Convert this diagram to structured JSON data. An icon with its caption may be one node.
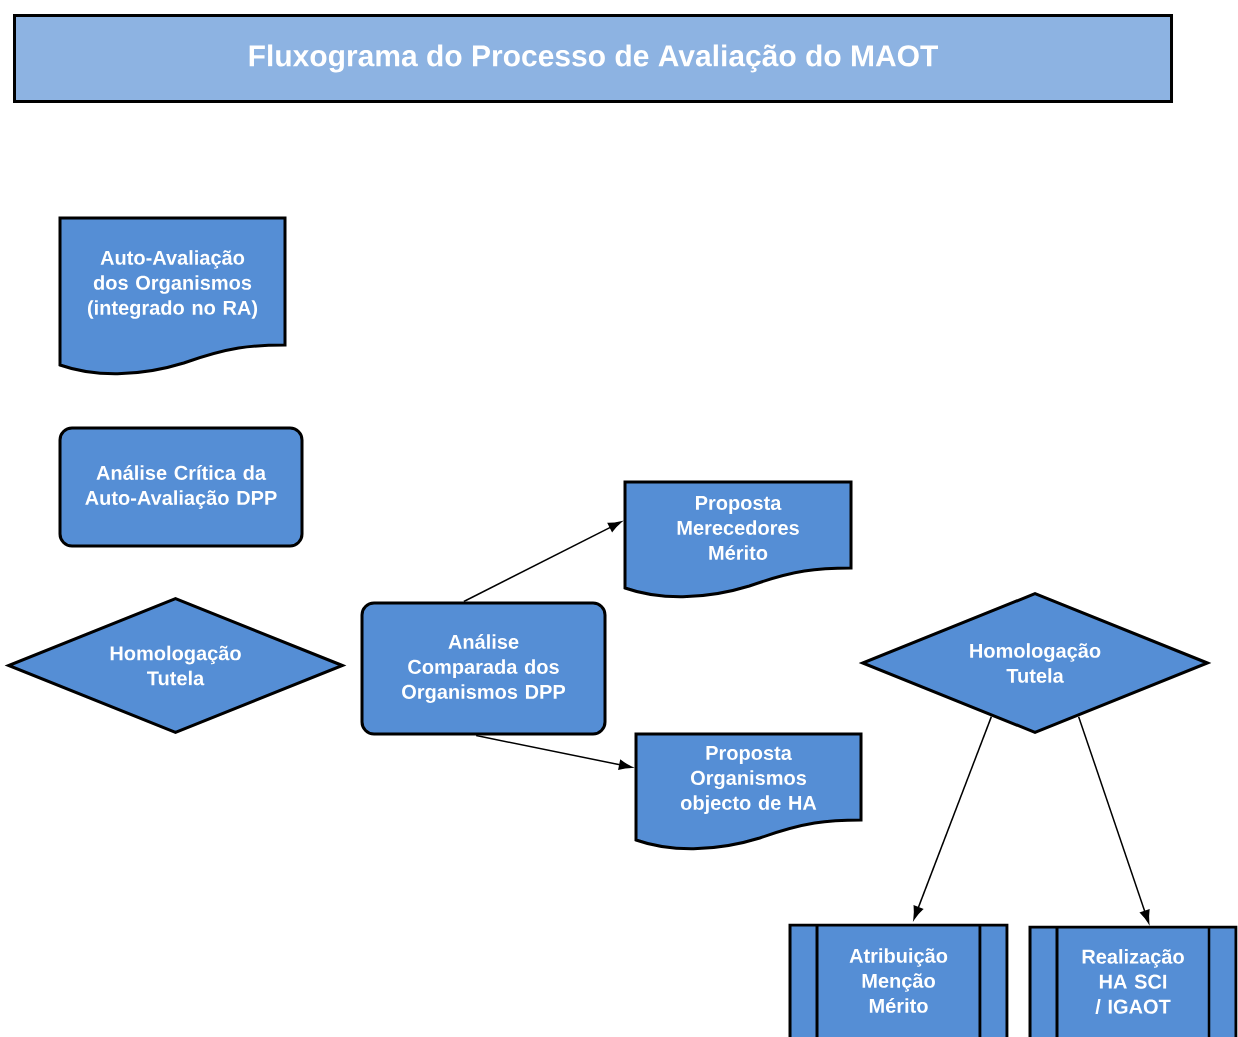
{
  "diagram": {
    "title": "Fluxograma do Processo de Avaliação do MAOT",
    "nodes": [
      {
        "text": [
          "Auto-Avaliação dos Organismos (integrado no RA)"
        ]
      },
      {
        "text": [
          "Análise Crítica da Auto-Avaliação DPP"
        ]
      },
      {
        "text": [
          "Homologação Tutela"
        ]
      },
      {
        "text": [
          "Análise Comparada dos Organismos DPP"
        ]
      },
      {
        "text": [
          "Proposta Merecedores Mérito"
        ]
      },
      {
        "text": [
          "Proposta Organismos objecto de HA"
        ]
      },
      {
        "text": [
          "Homologação Tutela"
        ]
      },
      {
        "text": [
          "Atribuição Menção Mérito"
        ]
      },
      {
        "text": [
          "Realização HA SCI / IGAOT"
        ]
      }
    ],
    "edges": [
      {
        "from": 3,
        "to": 4,
        "arrow": "to"
      },
      {
        "from": 3,
        "to": 5,
        "arrow": "to"
      },
      {
        "from": 6,
        "to": 7,
        "arrow": "to"
      },
      {
        "from": 6,
        "to": 8,
        "arrow": "to"
      }
    ]
  }
}
